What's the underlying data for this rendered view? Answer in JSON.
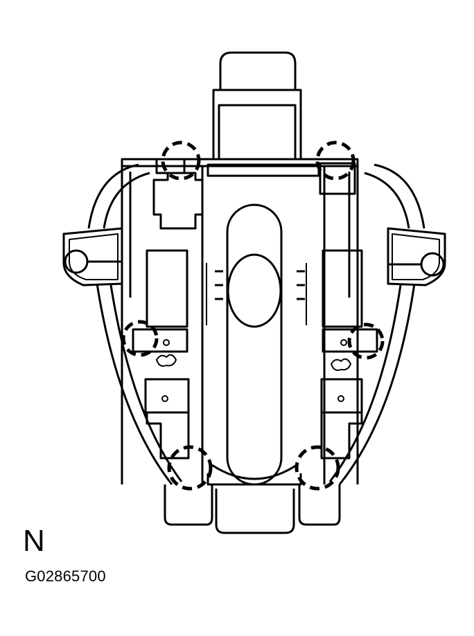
{
  "diagram": {
    "view_label": "N",
    "figure_id": "G02865700",
    "subject": "component assembly line drawing with clip locations",
    "callouts": {
      "style": "dashed circles",
      "count": 6,
      "locations": [
        "top-left clip",
        "top-right clip",
        "middle-left clip",
        "middle-right clip",
        "bottom-left clip",
        "bottom-right clip"
      ]
    },
    "colors": {
      "line": "#000000",
      "background": "#ffffff"
    }
  }
}
